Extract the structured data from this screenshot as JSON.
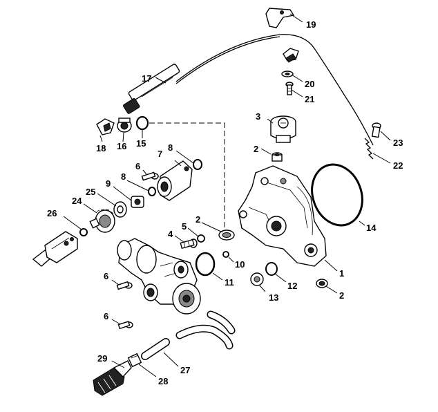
{
  "parts": [
    {
      "n": "1",
      "label": "1"
    },
    {
      "n": "2",
      "label": "2"
    },
    {
      "n": "3",
      "label": "3"
    },
    {
      "n": "4",
      "label": "4"
    },
    {
      "n": "5",
      "label": "5"
    },
    {
      "n": "6",
      "label": "6"
    },
    {
      "n": "7",
      "label": "7"
    },
    {
      "n": "8",
      "label": "8"
    },
    {
      "n": "9",
      "label": "9"
    },
    {
      "n": "10",
      "label": "10"
    },
    {
      "n": "11",
      "label": "11"
    },
    {
      "n": "12",
      "label": "12"
    },
    {
      "n": "13",
      "label": "13"
    },
    {
      "n": "14",
      "label": "14"
    },
    {
      "n": "15",
      "label": "15"
    },
    {
      "n": "16",
      "label": "16"
    },
    {
      "n": "17",
      "label": "17"
    },
    {
      "n": "18",
      "label": "18"
    },
    {
      "n": "19",
      "label": "19"
    },
    {
      "n": "20",
      "label": "20"
    },
    {
      "n": "21",
      "label": "21"
    },
    {
      "n": "22",
      "label": "22"
    },
    {
      "n": "23",
      "label": "23"
    },
    {
      "n": "24",
      "label": "24"
    },
    {
      "n": "25",
      "label": "25"
    },
    {
      "n": "26",
      "label": "26"
    },
    {
      "n": "27",
      "label": "27"
    },
    {
      "n": "28",
      "label": "28"
    },
    {
      "n": "29",
      "label": "29"
    }
  ]
}
